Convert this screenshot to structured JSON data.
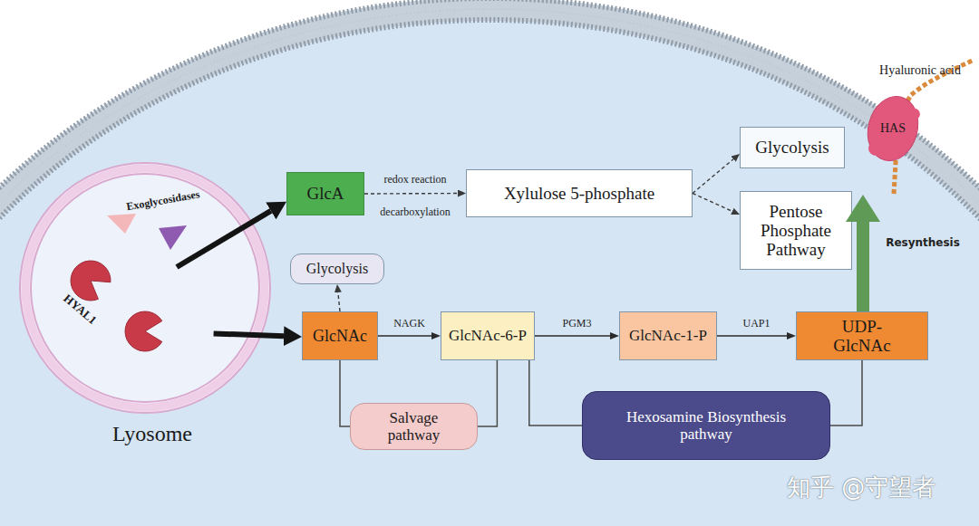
{
  "diagram": {
    "nodes": [
      {
        "text": [
          "Exoglycosidases",
          "HYAL1",
          "Lyosome"
        ]
      },
      {
        "text": [
          "GlcA"
        ]
      },
      {
        "text": [
          "Xylulose 5-phosphate"
        ]
      },
      {
        "text": [
          "Glycolysis"
        ]
      },
      {
        "text": [
          "Pentose Phosphate Pathway"
        ]
      },
      {
        "text": [
          "Glycolysis"
        ]
      },
      {
        "text": [
          "GlcNAc"
        ]
      },
      {
        "text": [
          "GlcNAc-6-P"
        ]
      },
      {
        "text": [
          "GlcNAc-1-P"
        ]
      },
      {
        "text": [
          "UDP-GlcNAc"
        ]
      },
      {
        "text": [
          "Salvage pathway"
        ]
      },
      {
        "text": [
          "Hexosamine Biosynthesis pathway"
        ]
      },
      {
        "text": [
          "HAS"
        ]
      }
    ],
    "edges": [
      {
        "from": 0,
        "to": 1,
        "arrow": "to"
      },
      {
        "from": 0,
        "to": 6,
        "arrow": "to"
      },
      {
        "from": 1,
        "to": 2,
        "label": "redox reaction",
        "arrow": "to"
      },
      {
        "from": 2,
        "to": 3,
        "arrow": "to"
      },
      {
        "from": 2,
        "to": 4,
        "arrow": "to"
      },
      {
        "from": 6,
        "to": 5,
        "arrow": "to"
      },
      {
        "from": 6,
        "to": 7,
        "label": "NAGK",
        "arrow": "to"
      },
      {
        "from": 7,
        "to": 8,
        "label": "PGM3",
        "arrow": "to"
      },
      {
        "from": 8,
        "to": 9,
        "label": "UAP1",
        "arrow": "to"
      },
      {
        "from": 9,
        "to": 12,
        "label": "Resynthesis",
        "arrow": "to"
      },
      {
        "from": 6,
        "to": 10,
        "arrow": "none"
      },
      {
        "from": 7,
        "to": 10,
        "arrow": "none"
      },
      {
        "from": 7,
        "to": 11,
        "arrow": "none"
      },
      {
        "from": 9,
        "to": 11,
        "arrow": "none"
      }
    ],
    "labels": [
      "decarboxylation",
      "Hyaluronic acid",
      "知乎 @守望者"
    ]
  }
}
